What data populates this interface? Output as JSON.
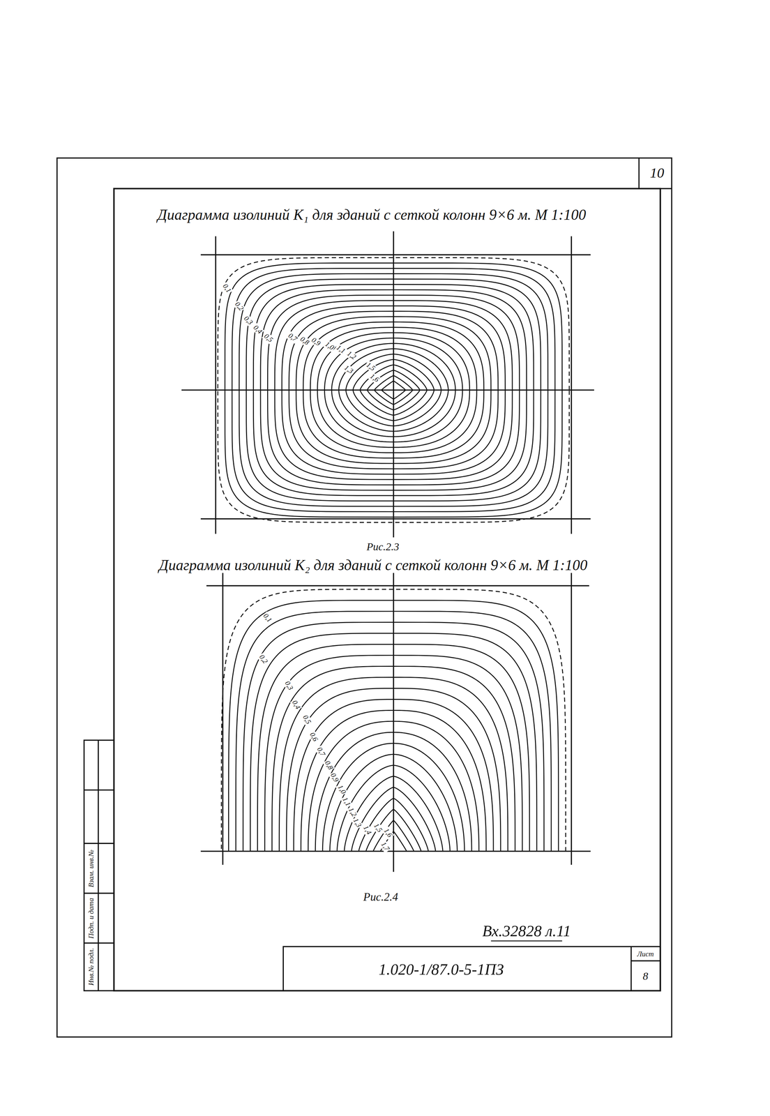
{
  "diagram": {
    "title": "Диаграмма изолиний K₁ для зданий с сеткой колонн 9×6 м. М 1:100",
    "labels": [
      "10",
      "Диаграмма изолиний K₂ для зданий с сеткой колонн 9×6 м. М 1:100",
      "Рис.2.3",
      "Рис.2.4",
      "Вх.32828 л.11",
      "1.020-1/87.0-5-1ПЗ",
      "Лист",
      "8",
      "Инв.№ подл.",
      "Подп. и дата",
      "Взам. инв.№",
      "0,1",
      "0,2",
      "0,3",
      "0,4",
      "0,5",
      "0,7",
      "0,8",
      "0,9",
      "1,0",
      "1,1",
      "1,2",
      "1,3",
      "1,5",
      "1,6",
      "0,1",
      "0,2",
      "0,3",
      "0,4",
      "0,5",
      "0,6",
      "0,7",
      "0,8",
      "0,9",
      "1,0",
      "1,1",
      "1,2",
      "1,3",
      "1,4",
      "1,5",
      "1,6",
      "1,7"
    ]
  }
}
